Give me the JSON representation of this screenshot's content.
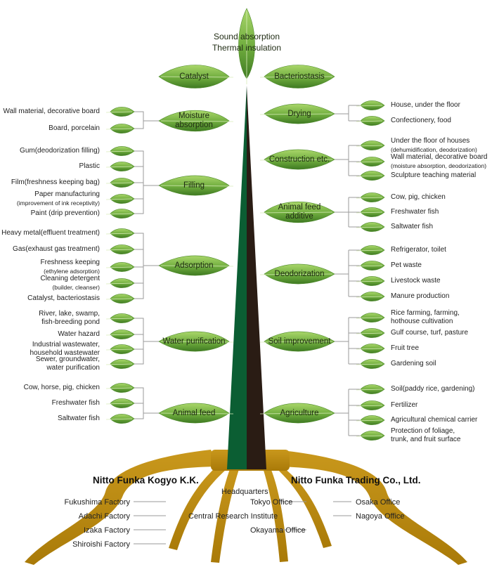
{
  "top": {
    "line1": "Sound absorption",
    "line2": "Thermal insulation"
  },
  "left_categories": [
    {
      "label": "Catalyst",
      "items": []
    },
    {
      "label": "Moisture absorption",
      "items": [
        [
          "Wall material, decorative board"
        ],
        [
          "Board, porcelain"
        ]
      ]
    },
    {
      "label": "Filling",
      "items": [
        [
          "Gum(deodorization filling)"
        ],
        [
          "Plastic"
        ],
        [
          "Film(freshness keeping bag)"
        ],
        [
          "Paper manufacturing",
          "(improvement of ink receptivity)"
        ],
        [
          "Paint (drip prevention)"
        ]
      ]
    },
    {
      "label": "Adsorption",
      "items": [
        [
          "Heavy metal(effluent treatment)"
        ],
        [
          "Gas(exhaust gas treatment)"
        ],
        [
          "Freshness keeping",
          "(ethylene adsorption)"
        ],
        [
          "Cleaning detergent",
          "(builder, cleanser)"
        ],
        [
          "Catalyst, bacteriostasis"
        ]
      ]
    },
    {
      "label": "Water purification",
      "items": [
        [
          "River, lake, swamp,",
          "fish-breeding pond"
        ],
        [
          "Water hazard"
        ],
        [
          "Industrial wastewater,",
          "household wastewater"
        ],
        [
          "Sewer, groundwater,",
          "water purification"
        ]
      ]
    },
    {
      "label": "Animal feed",
      "items": [
        [
          "Cow, horse, pig, chicken"
        ],
        [
          "Freshwater fish"
        ],
        [
          "Saltwater fish"
        ]
      ]
    }
  ],
  "right_categories": [
    {
      "label": "Bacteriostasis",
      "items": []
    },
    {
      "label": "Drying",
      "items": [
        [
          "House, under the floor"
        ],
        [
          "Confectionery, food"
        ]
      ]
    },
    {
      "label": "Construction etc.",
      "items": [
        [
          "Under the floor of houses",
          "(dehumidification, deodorization)"
        ],
        [
          "Wall material, decorative board",
          "(moisture absorption, deodorization)"
        ],
        [
          "Sculpture teaching material"
        ]
      ]
    },
    {
      "label": "Animal feed additive",
      "items": [
        [
          "Cow, pig, chicken"
        ],
        [
          "Freshwater fish"
        ],
        [
          "Saltwater fish"
        ]
      ]
    },
    {
      "label": "Deodorization",
      "items": [
        [
          "Refrigerator, toilet"
        ],
        [
          "Pet waste"
        ],
        [
          "Livestock waste"
        ],
        [
          "Manure production"
        ]
      ]
    },
    {
      "label": "Soil improvement",
      "items": [
        [
          "Rice farming, farming,",
          "hothouse cultivation"
        ],
        [
          "Gulf course, turf, pasture"
        ],
        [
          "Fruit tree"
        ],
        [
          "Gardening soil"
        ]
      ]
    },
    {
      "label": "Agriculture",
      "items": [
        [
          "Soil(paddy rice, gardening)"
        ],
        [
          "Fertilizer"
        ],
        [
          "Agricultural chemical carrier"
        ],
        [
          "Protection of foliage,",
          "trunk, and fruit surface"
        ]
      ]
    }
  ],
  "companies": {
    "left": "Nitto Funka Kogyo K.K.",
    "right": "Nitto Funka Trading Co., Ltd."
  },
  "left_sites": [
    "Fukushima Factory",
    "Adachi Factory",
    "Izaka Factory",
    "Shiroishi Factory"
  ],
  "center_sites": {
    "headquarters": "Headquarters",
    "tokyo": "Tokyo Office",
    "research": "Central Research Institute",
    "okayama": "Okayama Office"
  },
  "right_sites": [
    "Osaka Office",
    "Nagoya Office"
  ],
  "colors": {
    "leaf": "#7fb848",
    "leaf_dark": "#3f7a22",
    "trunk_green": "#0b5e33",
    "trunk_dark": "#2a1c14",
    "roots": "#b8860b",
    "connector": "#9a9a9a"
  }
}
